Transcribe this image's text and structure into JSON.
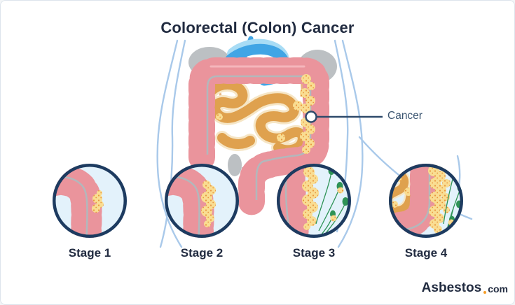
{
  "title": "Colorectal (Colon) Cancer",
  "annotation": {
    "label": "Cancer"
  },
  "stages": [
    {
      "label": "Stage 1"
    },
    {
      "label": "Stage 2"
    },
    {
      "label": "Stage 3"
    },
    {
      "label": "Stage 4"
    }
  ],
  "logo": {
    "name": "Asbestos",
    "tld": "com"
  },
  "colors": {
    "navy": "#1d3b60",
    "text_dark": "#212b40",
    "annotation_text": "#3a5470",
    "leader_line": "#2f4a6b",
    "colon_pink": "#ea949c",
    "lumen_gray": "#b2b8bc",
    "intestine_orange": "#dfa14e",
    "intestine_light": "#f6e6c6",
    "tumor_yellow": "#f9dd92",
    "tumor_dot": "#e9973f",
    "stomach_blue": "#41a5e5",
    "stomach_light": "#a8dcf5",
    "organ_gray": "#bcc0c3",
    "body_line": "#a9c9ea",
    "vessel_tan": "#e8b480",
    "circle_fill": "#e3f2fb",
    "lymph_green": "#2e9356",
    "logo_orange": "#f59d28",
    "card_bg": "#ffffff",
    "card_border": "#dde4ec"
  }
}
